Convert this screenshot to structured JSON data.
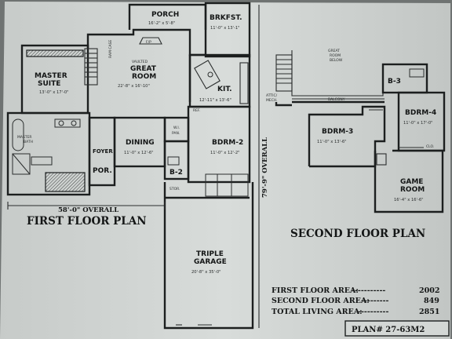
{
  "first_floor": {
    "title": "FIRST FLOOR PLAN",
    "overall_width": "58'-0\" OVERALL",
    "overall_depth": "79'-9\" OVERALL",
    "porch": {
      "name": "PORCH",
      "dims": "16'-2\" x 5'-8\""
    },
    "brkfst": {
      "name": "BRKFST.",
      "dims": "11'-0\" x 13'-1\""
    },
    "great_room": {
      "name_line1": "VAULTED",
      "name_line2": "GREAT",
      "name_line3": "ROOM",
      "dims": "22'-8\" x 16'-10\""
    },
    "master_suite": {
      "name_line1": "MASTER",
      "name_line2": "SUITE",
      "dims": "13'-0\" x 17'-0\""
    },
    "kit": {
      "name": "KIT.",
      "dims": "12'-11\" x 13'-6\""
    },
    "master_bath": {
      "name_line1": "MASTER",
      "name_line2": "BATH"
    },
    "foyer": {
      "name": "FOYER"
    },
    "por": {
      "name": "POR."
    },
    "dining": {
      "name": "DINING",
      "dims": "11'-0\" x 12'-6\""
    },
    "wi_pan": {
      "name_line1": "W.I.",
      "name_line2": "PAN."
    },
    "bdrm2": {
      "name": "BDRM-2",
      "dims": "11'-0\" x 12'-2\""
    },
    "b2": {
      "name": "B-2"
    },
    "stor": {
      "name": "STOR."
    },
    "ref": {
      "name": "REF."
    },
    "fp": {
      "name": "F/P"
    },
    "garage": {
      "name_line1": "TRIPLE",
      "name_line2": "GARAGE",
      "dims": "20'-8\" x 35'-0\""
    }
  },
  "second_floor": {
    "title": "SECOND FLOOR PLAN",
    "great_room_below": {
      "line1": "GREAT",
      "line2": "ROOM",
      "line3": "BELOW"
    },
    "b3": {
      "name": "B-3"
    },
    "balcony": {
      "name": "BALCONY"
    },
    "attic": {
      "line1": "ATTIC/",
      "line2": "MECH."
    },
    "bdrm3": {
      "name": "BDRM-3",
      "dims": "11'-0\" x 13'-6\""
    },
    "bdrm4": {
      "name": "BDRM-4",
      "dims": "11'-0\" x 17'-0\""
    },
    "clo": {
      "name": "CLO."
    },
    "game_room": {
      "name_line1": "GAME",
      "name_line2": "ROOM",
      "dims": "16'-4\" x 16'-6\""
    }
  },
  "areas": [
    {
      "label": "FIRST FLOOR AREA:",
      "value": "2002"
    },
    {
      "label": "SECOND FLOOR AREA:",
      "value": "849"
    },
    {
      "label": "TOTAL LIVING AREA:",
      "value": "2851"
    }
  ],
  "plan_number": "PLAN# 27-63M2"
}
